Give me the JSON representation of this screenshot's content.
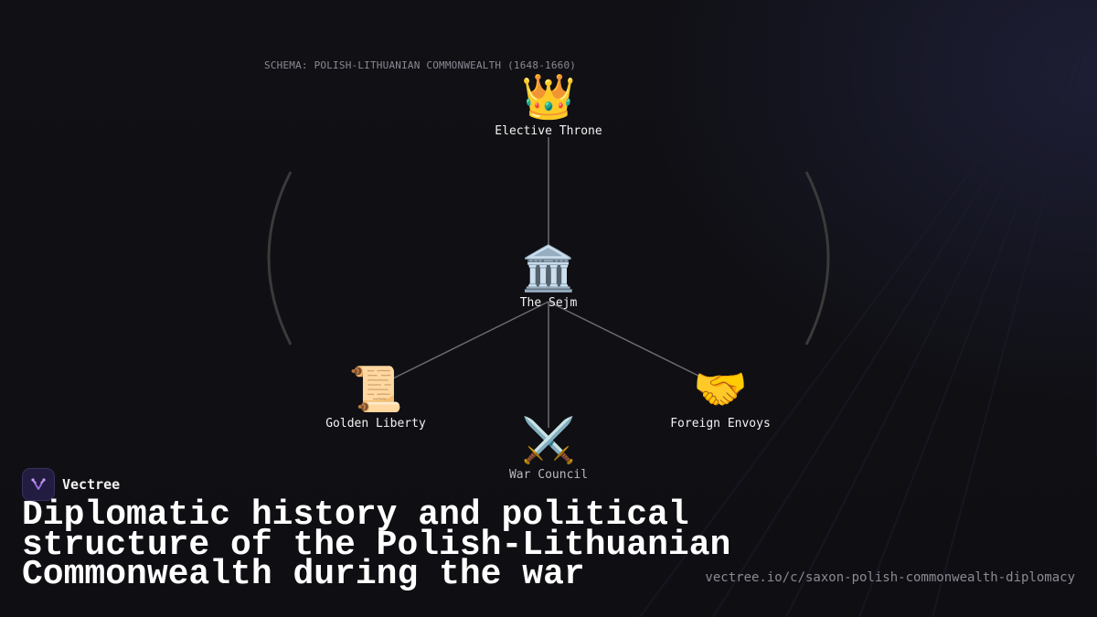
{
  "diagram": {
    "schema_label": "SCHEMA: POLISH-LITHUANIAN COMMONWEALTH (1648-1660)",
    "nodes": {
      "throne": {
        "label": "Elective Throne",
        "icon": "crown-icon",
        "glyph": "👑"
      },
      "sejm": {
        "label": "The Sejm",
        "icon": "classical-building-icon",
        "glyph": "🏛️"
      },
      "liberty": {
        "label": "Golden Liberty",
        "icon": "scroll-icon",
        "glyph": "📜"
      },
      "council": {
        "label": "War Council",
        "icon": "crossed-swords-icon",
        "glyph": "⚔️"
      },
      "envoys": {
        "label": "Foreign Envoys",
        "icon": "handshake-icon",
        "glyph": "🤝"
      }
    },
    "edges": [
      [
        "throne",
        "sejm"
      ],
      [
        "sejm",
        "liberty"
      ],
      [
        "sejm",
        "council"
      ],
      [
        "sejm",
        "envoys"
      ]
    ]
  },
  "brand": {
    "name": "Vectree",
    "logo_icon": "vectree-logo-icon"
  },
  "headline": "Diplomatic history and political structure of the Polish-Lithuanian Commonwealth during the war",
  "url": "vectree.io/c/saxon-polish-commonwealth-diplomacy",
  "colors": {
    "background": "#0f0f13",
    "edge": "#6b6b70",
    "bracket": "#3a3a3a",
    "accent": "#a070e0"
  }
}
